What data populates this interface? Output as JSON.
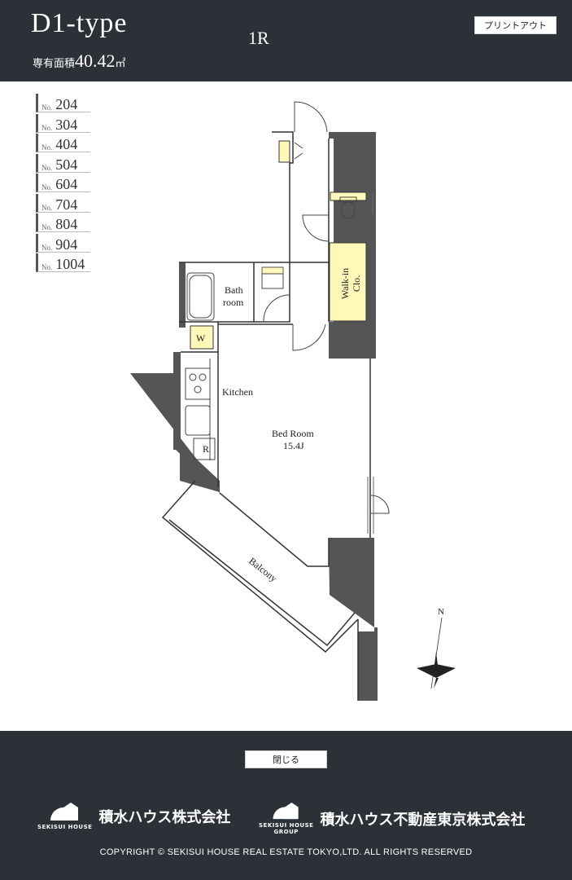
{
  "header": {
    "type_name": "D1-type",
    "area_label": "専有面積",
    "area_value": "40.42",
    "area_unit": "㎡",
    "layout": "1R",
    "print_button": "プリントアウト"
  },
  "units": [
    {
      "prefix": "No.",
      "number": "204"
    },
    {
      "prefix": "No.",
      "number": "304"
    },
    {
      "prefix": "No.",
      "number": "404"
    },
    {
      "prefix": "No.",
      "number": "504"
    },
    {
      "prefix": "No.",
      "number": "604"
    },
    {
      "prefix": "No.",
      "number": "704"
    },
    {
      "prefix": "No.",
      "number": "804"
    },
    {
      "prefix": "No.",
      "number": "904"
    },
    {
      "prefix": "No.",
      "number": "1004"
    }
  ],
  "floorplan": {
    "rooms": {
      "bath_line1": "Bath",
      "bath_line2": "room",
      "walkin_line1": "Walk-in",
      "walkin_line2": "Clo.",
      "washer": "W",
      "kitchen": "Kitchen",
      "fridge": "R",
      "bedroom": "Bed Room",
      "bedroom_size": "15.4J",
      "balcony": "Balcony"
    },
    "compass_north": "N",
    "colors": {
      "wall": "#555555",
      "highlight": "#fff8b8",
      "line": "#333333"
    }
  },
  "footer": {
    "close_button": "閉じる",
    "logo1_caption": "SEKISUI HOUSE",
    "logo1_name": "積水ハウス株式会社",
    "logo2_caption_line1": "SEKISUI HOUSE",
    "logo2_caption_line2": "GROUP",
    "logo2_name": "積水ハウス不動産東京株式会社",
    "copyright": "COPYRIGHT © SEKISUI HOUSE REAL ESTATE TOKYO,LTD. ALL RIGHTS RESERVED"
  }
}
